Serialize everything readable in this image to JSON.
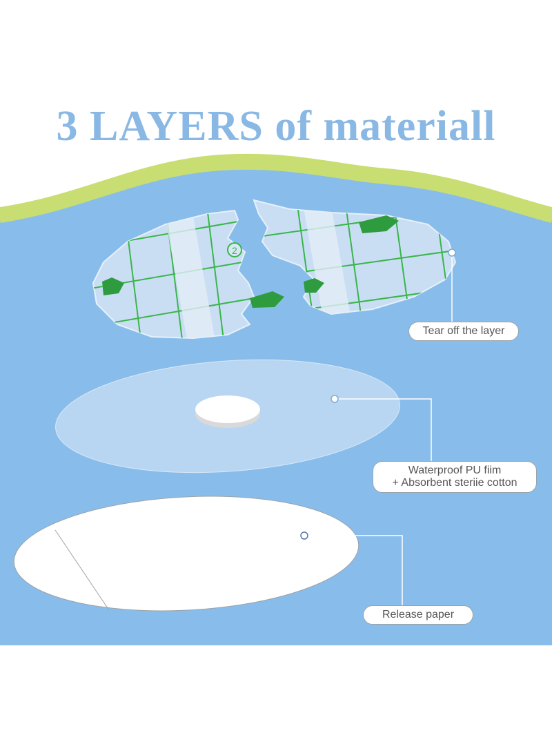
{
  "title": "3 LAYERS of materiall",
  "colors": {
    "title": "#8ab8e4",
    "background": "#88bdeb",
    "wave_band": "#c8de72",
    "grid_line": "#39b54a",
    "label_border": "#9aa3a8",
    "connector": "#ffffff"
  },
  "layers": [
    {
      "label": "Tear off the layer"
    },
    {
      "label_line1": "Waterproof PU fiim",
      "label_line2": "+ Absorbent steriie cotton"
    },
    {
      "label": "Release paper"
    }
  ],
  "film_markings": {
    "number": "2"
  }
}
